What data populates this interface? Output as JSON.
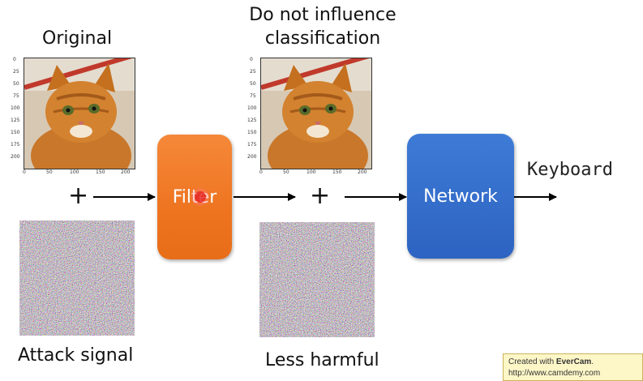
{
  "labels": {
    "original": "Original",
    "influence_line1": "Do not influence",
    "influence_line2": "classification",
    "attack_signal": "Attack signal",
    "less_harmful": "Less harmful",
    "filter": "Filter",
    "network": "Network",
    "keyboard": "Keyboard",
    "plus": "+"
  },
  "axis_ticks": {
    "y": [
      "0",
      "25",
      "50",
      "75",
      "100",
      "125",
      "150",
      "175",
      "200"
    ],
    "x": [
      "0",
      "50",
      "100",
      "150",
      "200"
    ]
  },
  "watermark": {
    "prefix": "Created with ",
    "brand": "EverCam",
    "suffix": ".",
    "url": "http://www.camdemy.com"
  },
  "colors": {
    "filter": "#ee7420",
    "network": "#2d63c2",
    "arrow": "#000000"
  }
}
